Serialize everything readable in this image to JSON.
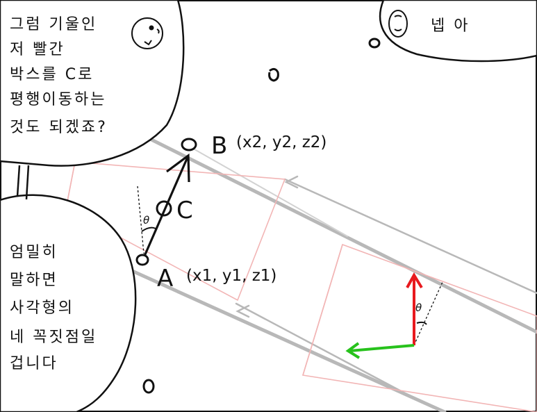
{
  "bubbles": {
    "top_left": {
      "lines": [
        "그럼 기울인",
        "저 빨간",
        "박스를 C로",
        "평행이동하는",
        "것도 되겠죠?"
      ]
    },
    "top_right": {
      "lines": [
        "넵 아"
      ]
    },
    "bottom_left": {
      "lines": [
        "엄밀히",
        "말하면",
        "사각형의",
        "네 꼭짓점일",
        "겁니다"
      ]
    }
  },
  "points": {
    "a_letter": "A",
    "a_coords": "(x1, y1, z1)",
    "b_letter": "B",
    "b_coords": "(x2, y2, z2)",
    "c_letter": "C"
  },
  "angles": {
    "theta_left": "θ",
    "theta_right": "θ"
  },
  "colors": {
    "ink": "#111111",
    "box_outline": "#f2b5b5",
    "beam_outline": "#b8b8b8",
    "axis_up": "#e8191e",
    "axis_left": "#27c21c"
  }
}
